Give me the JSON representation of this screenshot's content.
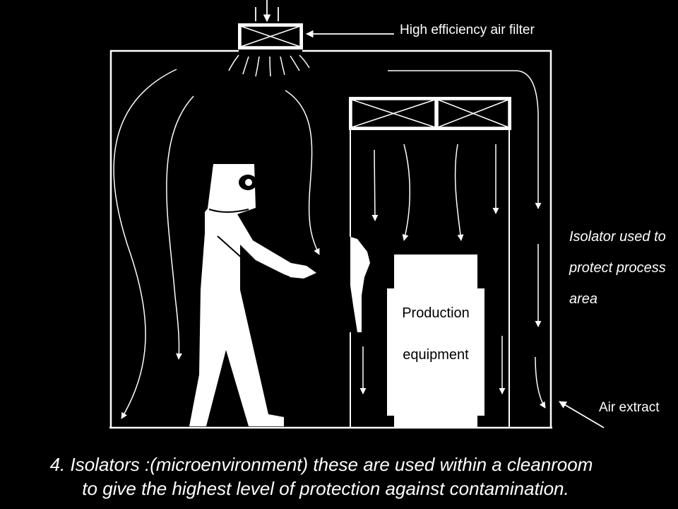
{
  "labels": {
    "air_filter": "High efficiency air filter",
    "isolator": [
      "Isolator used to",
      "protect process",
      "area"
    ],
    "air_extract": "Air extract",
    "equipment": [
      "Production",
      "equipment"
    ]
  },
  "caption": {
    "line1": "4. Isolators :(microenvironment) these are used within a cleanroom",
    "line2": "to give the highest level of protection against contamination."
  },
  "colors": {
    "background": "#000000",
    "foreground": "#ffffff"
  }
}
